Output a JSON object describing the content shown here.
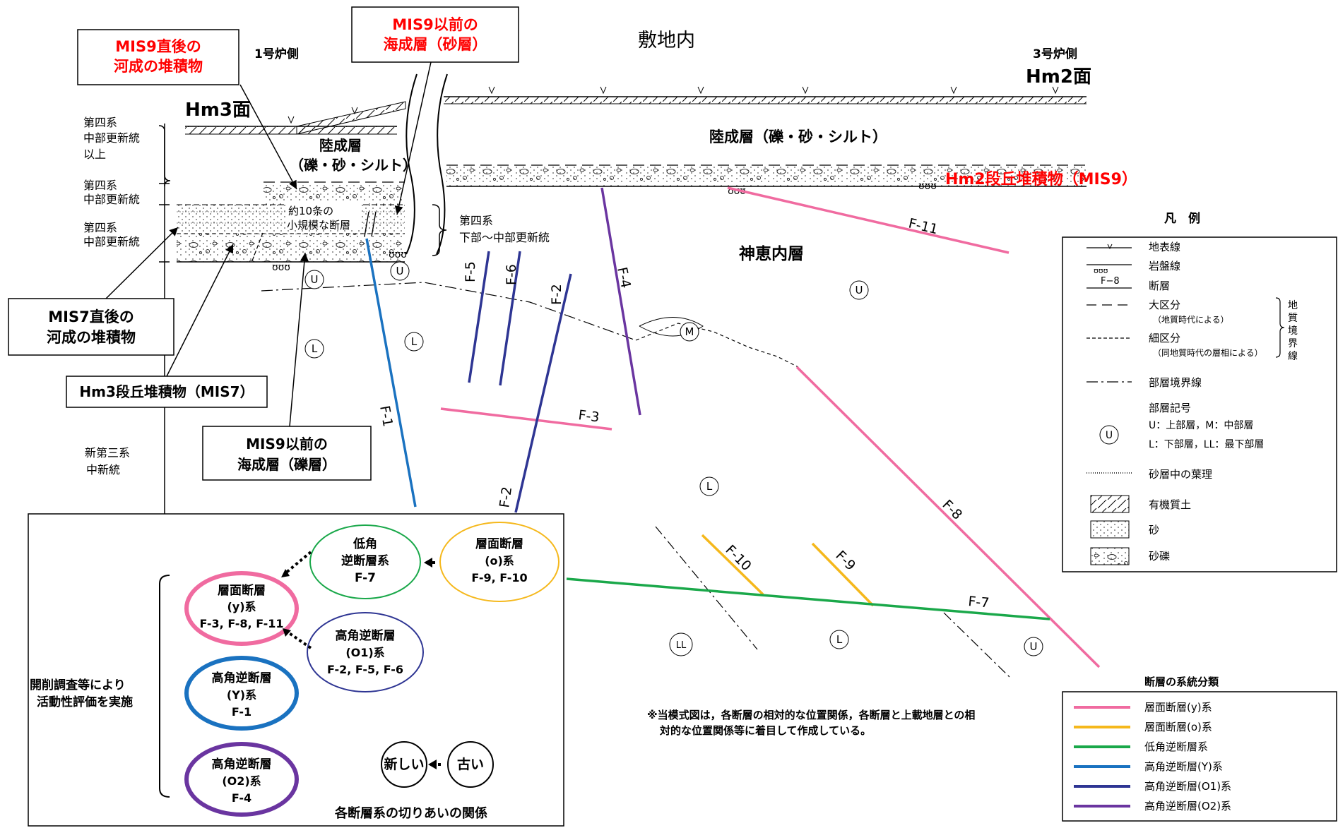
{
  "title": "敷地内",
  "side_labels": {
    "left_unit": "1号炉側",
    "right_unit": "3号炉側"
  },
  "surfaces": {
    "hm3": "Hm3面",
    "hm2": "Hm2面"
  },
  "strata": {
    "left_upper": "陸成層",
    "left_upper_sub": "（礫・砂・シルト）",
    "right_upper": "陸成層（礫・砂・シルト）",
    "hm2_deposit": "Hm2段丘堆積物（MIS9）",
    "kamieunai": "神恵内層",
    "minor_fault_1": "約10条の",
    "minor_fault_2": "小規模な断層"
  },
  "age_labels": {
    "a1": "第四系",
    "a2": "中部更新統",
    "a3": "以上",
    "b1": "第四系",
    "b2": "中部更新統",
    "c1": "第四系",
    "c2": "中部更新統",
    "d1": "第四系",
    "d2": "下部～中部更新統",
    "e1": "新第三系",
    "e2": "中新統"
  },
  "callouts": {
    "mis9_river_1": "MIS9直後の",
    "mis9_river_2": "河成の堆積物",
    "mis9_marine_sand_1": "MIS9以前の",
    "mis9_marine_sand_2": "海成層（砂層）",
    "mis7_river_1": "MIS7直後の",
    "mis7_river_2": "河成の堆積物",
    "hm3_deposit": "Hm3段丘堆積物（MIS7）",
    "mis9_marine_gravel_1": "MIS9以前の",
    "mis9_marine_gravel_2": "海成層（礫層）"
  },
  "fault_labels": {
    "f1": "F-1",
    "f2a": "F-2",
    "f2b": "F-2",
    "f3": "F-3",
    "f4": "F-4",
    "f5": "F-5",
    "f6": "F-6",
    "f7": "F-7",
    "f8": "F-8",
    "f9": "F-9",
    "f10": "F-10",
    "f11": "F-11"
  },
  "unit_symbols": {
    "u1": "U",
    "u2": "U",
    "u3": "U",
    "u4": "U",
    "l1": "L",
    "l2": "L",
    "l3": "L",
    "l4": "L",
    "m1": "M",
    "ll1": "LL"
  },
  "note": {
    "line1": "※当模式図は，各断層の相対的な位置関係，各断層と上載地層との相",
    "line2": "対的な位置関係等に着目して作成している。"
  },
  "legend": {
    "title": "凡　例",
    "ground_surface": "地表線",
    "bedrock_line": "岩盤線",
    "fault_sample": "F−8",
    "fault": "断層",
    "major_division": "大区分",
    "major_division_sub": "（地質時代による）",
    "minor_division": "細区分",
    "minor_division_sub": "（同地質時代の層相による）",
    "boundary_bracket": [
      "地",
      "質",
      "境",
      "界",
      "線"
    ],
    "member_boundary": "部層境界線",
    "member_symbol": "部層記号",
    "member_symbol_sample": "U",
    "member_desc_1": "U：上部層，M：中部層",
    "member_desc_2": "L：下部層，LL：最下部層",
    "lamina": "砂層中の葉理",
    "organic_soil": "有機質土",
    "sand": "砂",
    "gravel": "砂礫"
  },
  "classification": {
    "title": "断層の系統分類",
    "items": [
      {
        "label": "層面断層(y)系",
        "color": "#f06ba0"
      },
      {
        "label": "層面断層(o)系",
        "color": "#f5b81c"
      },
      {
        "label": "低角逆断層系",
        "color": "#1aa84a"
      },
      {
        "label": "高角逆断層(Y)系",
        "color": "#1a72c0"
      },
      {
        "label": "高角逆断層(O1)系",
        "color": "#2e3593"
      },
      {
        "label": "高角逆断層(O2)系",
        "color": "#6a35a0"
      }
    ]
  },
  "relations": {
    "bracket_label_1": "開削調査等により",
    "bracket_label_2": "活動性評価を実施",
    "y_system": {
      "l1": "層面断層",
      "l2": "(y)系",
      "l3": "F-3, F-8, F-11"
    },
    "Y_system": {
      "l1": "高角逆断層",
      "l2": "(Y)系",
      "l3": "F-1"
    },
    "O2_system": {
      "l1": "高角逆断層",
      "l2": "(O2)系",
      "l3": "F-4"
    },
    "low_angle": {
      "l1": "低角",
      "l2": "逆断層系",
      "l3": "F-7"
    },
    "o_system": {
      "l1": "層面断層",
      "l2": "(o)系",
      "l3": "F-9, F-10"
    },
    "O1_system": {
      "l1": "高角逆断層",
      "l2": "(O1)系",
      "l3": "F-2, F-5, F-6"
    },
    "newer": "新しい",
    "older": "古い",
    "caption": "各断層系の切りあいの関係"
  },
  "colors": {
    "red_text": "#ff0000",
    "pink": "#f06ba0",
    "yellow": "#f5b81c",
    "green": "#1aa84a",
    "blue": "#1a72c0",
    "navy": "#2e3593",
    "purple": "#6a35a0"
  }
}
